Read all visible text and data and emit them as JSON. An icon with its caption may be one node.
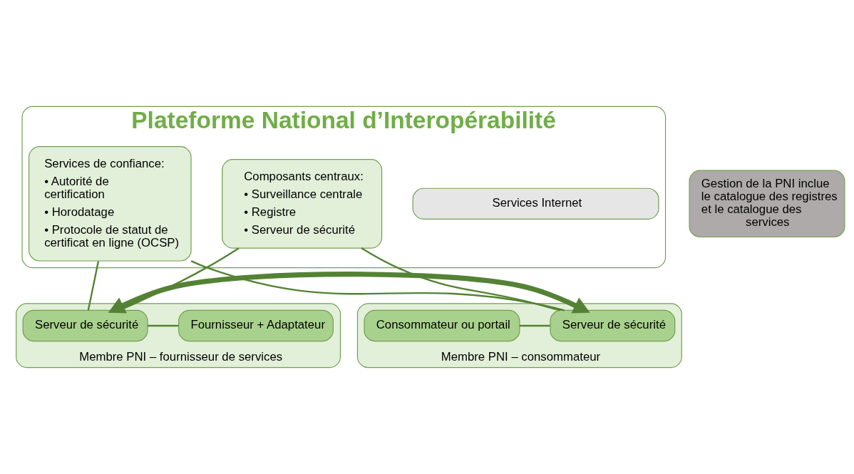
{
  "diagram": {
    "nodes": [
      {
        "text": [
          "Plateforme National d’Interopérabilité"
        ]
      },
      {
        "text": [
          "Services Internet"
        ],
        "in": 0
      },
      {
        "text": [
          "Composants centraux:",
          "• Surveillance centrale",
          "• Registre",
          "• Serveur de sécurité"
        ],
        "in": 0
      },
      {
        "text": [
          "Services de confiance:",
          "• Autorité de certification",
          "• Horodatage",
          "• Protocole de statut de certificat en ligne (OCSP)"
        ],
        "in": 0
      },
      {
        "text": [
          "Membre PNI – fournisseur de services"
        ]
      },
      {
        "text": [
          "Fournisseur + Adaptateur"
        ],
        "in": 4
      },
      {
        "text": [
          "Serveur de sécurité"
        ],
        "in": 4
      },
      {
        "text": [
          "Membre PNI – consommateur"
        ]
      },
      {
        "text": [
          "Serveur de sécurité"
        ],
        "in": 7
      },
      {
        "text": [
          "Consommateur ou portail"
        ],
        "in": 7
      },
      {
        "text": [
          "Gestion de la PNI inclue le catalogue des registres et le catalogue des services"
        ]
      }
    ],
    "edges": [
      {
        "from": 5,
        "to": 6,
        "arrow": "none"
      },
      {
        "from": 6,
        "to": 8,
        "arrow": "both",
        "style": "thick"
      },
      {
        "from": 8,
        "to": 9,
        "arrow": "none"
      },
      {
        "from": 2,
        "to": 6,
        "arrow": "none"
      },
      {
        "from": 3,
        "to": 6,
        "arrow": "none"
      },
      {
        "from": 2,
        "to": 8,
        "arrow": "none"
      },
      {
        "from": 3,
        "to": 8,
        "arrow": "none"
      }
    ]
  }
}
